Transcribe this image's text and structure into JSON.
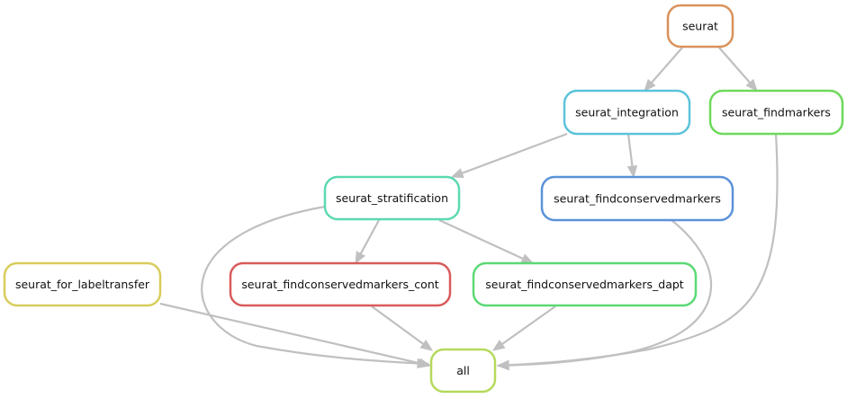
{
  "nodes": [
    {
      "id": "seurat",
      "label": "seurat",
      "color": "#d9925b"
    },
    {
      "id": "seurat_integration",
      "label": "seurat_integration",
      "color": "#5bc3d9"
    },
    {
      "id": "seurat_findmarkers",
      "label": "seurat_findmarkers",
      "color": "#6dd95b"
    },
    {
      "id": "seurat_stratification",
      "label": "seurat_stratification",
      "color": "#5bd9b2"
    },
    {
      "id": "seurat_findconservedmarkers",
      "label": "seurat_findconservedmarkers",
      "color": "#5b92d9"
    },
    {
      "id": "seurat_for_labeltransfer",
      "label": "seurat_for_labeltransfer",
      "color": "#d9cc5b"
    },
    {
      "id": "seurat_findconservedmarkers_cont",
      "label": "seurat_findconservedmarkers_cont",
      "color": "#d95b5b"
    },
    {
      "id": "seurat_findconservedmarkers_dapt",
      "label": "seurat_findconservedmarkers_dapt",
      "color": "#5bd975"
    },
    {
      "id": "all",
      "label": "all",
      "color": "#b5d95b"
    }
  ],
  "edges": [
    {
      "from": "seurat",
      "to": "seurat_integration"
    },
    {
      "from": "seurat",
      "to": "seurat_findmarkers"
    },
    {
      "from": "seurat_integration",
      "to": "seurat_stratification"
    },
    {
      "from": "seurat_integration",
      "to": "seurat_findconservedmarkers"
    },
    {
      "from": "seurat_stratification",
      "to": "seurat_findconservedmarkers_cont"
    },
    {
      "from": "seurat_stratification",
      "to": "seurat_findconservedmarkers_dapt"
    },
    {
      "from": "seurat_stratification",
      "to": "all"
    },
    {
      "from": "seurat_findconservedmarkers",
      "to": "all"
    },
    {
      "from": "seurat_findmarkers",
      "to": "all"
    },
    {
      "from": "seurat_for_labeltransfer",
      "to": "all"
    },
    {
      "from": "seurat_findconservedmarkers_cont",
      "to": "all"
    },
    {
      "from": "seurat_findconservedmarkers_dapt",
      "to": "all"
    }
  ],
  "edge_color": "#c0c0c0"
}
